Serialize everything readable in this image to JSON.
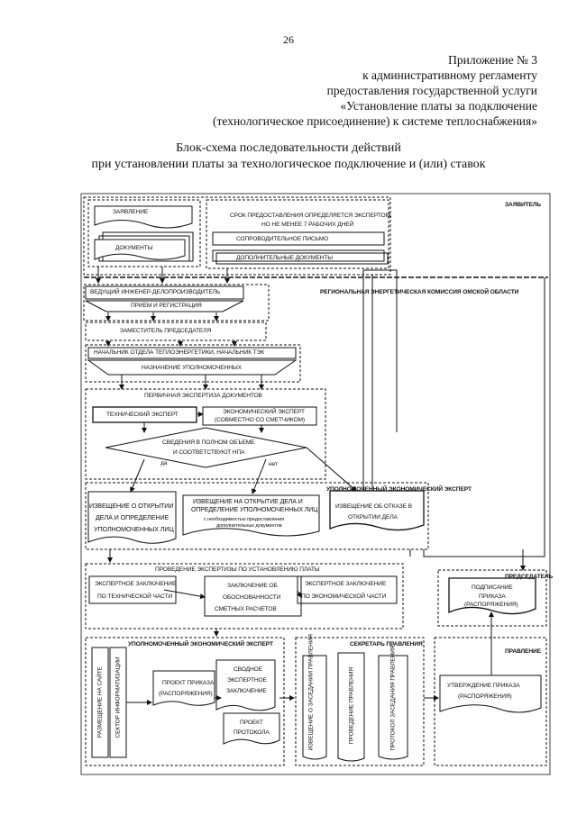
{
  "page_number": "26",
  "header": {
    "line1": "Приложение № 3",
    "line2": "к административному регламенту",
    "line3": "предоставления государственной услуги",
    "line4": "«Установление платы за подключение",
    "line5": "(технологическое присоединение) к системе теплоснабжения»"
  },
  "title": {
    "line1": "Блок-схема последовательности действий",
    "line2": "при установлении платы за технологическое подключение и (или) ставок"
  },
  "lanes": {
    "applicant": "ЗАЯВИТЕЛЬ",
    "rec": "РЕГИОНАЛЬНАЯ ЭНЕРГЕТИЧЕСКАЯ КОМИССИЯ ОМСКОЙ ОБЛАСТИ",
    "chairman": "ПРЕДСЕДАТЕЛЬ",
    "board": "ПРАВЛЕНИЕ",
    "secretary": "СЕКРЕТАРЬ ПРАВЛЕНИЯ",
    "expert1": "УПОЛНОМОЧЕННЫЙ ЭКОНОМИЧЕСКИЙ ЭКСПЕРТ",
    "expert2": "УПОЛНОМОЧЕННЫЙ ЭКОНОМИЧЕСКИЙ ЭКСПЕРТ"
  },
  "nodes": {
    "application": "ЗАЯВЛЕНИЕ",
    "documents": "ДОКУМЕНТЫ",
    "deadline1": "СРОК ПРЕДОСТАВЛЕНИЯ ОПРЕДЕЛЯЕТСЯ ЭКСПЕРТОМ,",
    "deadline2": "НО НЕ МЕНЕЕ 7 РАБОЧИХ ДНЕЙ",
    "cover_letter": "СОПРОВОДИТЕЛЬНОЕ ПИСЬМО",
    "additional_docs": "ДОПОЛНИТЕЛЬНЫЕ ДОКУМЕНТЫ",
    "lead_engineer": "ВЕДУЩИЙ ИНЖЕНЕР-ДЕЛОПРОИЗВОДИТЕЛЬ",
    "reception": "ПРИЕМ И РЕГИСТРАЦИЯ",
    "deputy": "ЗАМЕСТИТЕЛЬ ПРЕДСЕДАТЕЛЯ",
    "dept_head": "НАЧАЛЬНИК ОТДЕЛА ТЕПЛОЭНЕРГЕТИКИ, НАЧАЛЬНИК ТЭК",
    "appoint": "НАЗНАЧЕНИЕ УПОЛНОМОЧЕННЫХ",
    "primary_exam": "ПЕРВИЧНАЯ ЭКСПЕРТИЗА ДОКУМЕНТОВ",
    "tech_expert": "ТЕХНИЧЕСКИЙ ЭКСПЕРТ",
    "econ_expert1": "ЭКОНОМИЧЕСКИЙ ЭКСПЕРТ",
    "econ_expert2": "(СОВМЕСТНО СО СМЕТЧИКОМ)",
    "decision1": "СВЕДЕНИЯ В ПОЛНОМ ОБЪЕМЕ",
    "decision2": "И СООТВЕТСТВУЮТ НПА",
    "yes": "да",
    "no": "нет",
    "notice_open1": "ИЗВЕЩЕНИЕ О ОТКРЫТИИ",
    "notice_open2": "ДЕЛА И ОПРЕДЕЛЕНИЕ",
    "notice_open3": "УПОЛНОМОЧЕННЫХ ЛИЦ",
    "notice_req1": "ИЗВЕЩЕНИЕ НА ОТКРЫТИЕ ДЕЛА И",
    "notice_req2": "ОПРЕДЕЛЕНИЕ УПОЛНОМОЧЕННЫХ ЛИЦ",
    "notice_req3": "с необходимостью предоставления",
    "notice_req4": "дополнительных документов",
    "notice_refuse1": "ИЗВЕЩЕНИЕ ОБ ОТКАЗЕ В",
    "notice_refuse2": "ОТКРЫТИИ ДЕЛА",
    "exam_fee": "ПРОВЕДЕНИЕ ЭКСПЕРТИЗЫ ПО УСТАНОВЛЕНИЮ ПЛАТЫ",
    "exp_tech1": "ЭКСПЕРТНОЕ ЗАКЛЮЧЕНИЕ",
    "exp_tech2": "ПО ТЕХНИЧЕСКОЙ ЧАСТИ",
    "conclusion1": "ЗАКЛЮЧЕНИЕ ОБ",
    "conclusion2": "ОБОСНОВАННОСТИ",
    "conclusion3": "СМЕТНЫХ РАСЧЕТОВ",
    "exp_econ1": "ЭКСПЕРТНОЕ ЗАКЛЮЧЕНИЕ",
    "exp_econ2": "ПО ЭКОНОМИЧЕСКОЙ ЧАСТИ",
    "sign1": "ПОДПИСАНИЕ",
    "sign2": "ПРИКАЗА",
    "sign3": "(РАСПОРЯЖЕНИЯ)",
    "site": "РАЗМЕЩЕНИЕ НА САЙТЕ",
    "info_sector": "СЕКТОР ИНФОРМАТИЗАЦИИ",
    "draft_order1": "ПРОЕКТ ПРИКАЗА",
    "draft_order2": "(РАСПОРЯЖЕНИЯ)",
    "summary1": "СВОДНОЕ",
    "summary2": "ЭКСПЕРТНОЕ",
    "summary3": "ЗАКЛЮЧЕНИЕ",
    "draft_protocol1": "ПРОЕКТ",
    "draft_protocol2": "ПРОТОКОЛА",
    "notice_meeting": "ИЗВЕЩЕНИЕ О ЗАСЕДАНИИ ПРАВЛЕНИЯ",
    "holding_board": "ПРОВЕДЕНИЕ ПРАВЛЕНИЯ",
    "minutes": "ПРОТОКОЛ ЗАСЕДАНИЯ ПРАВЛЕНИЯ",
    "approve1": "УТВЕРЖДЕНИЕ ПРИКАЗА",
    "approve2": "(РАСПОРЯЖЕНИЯ)"
  }
}
